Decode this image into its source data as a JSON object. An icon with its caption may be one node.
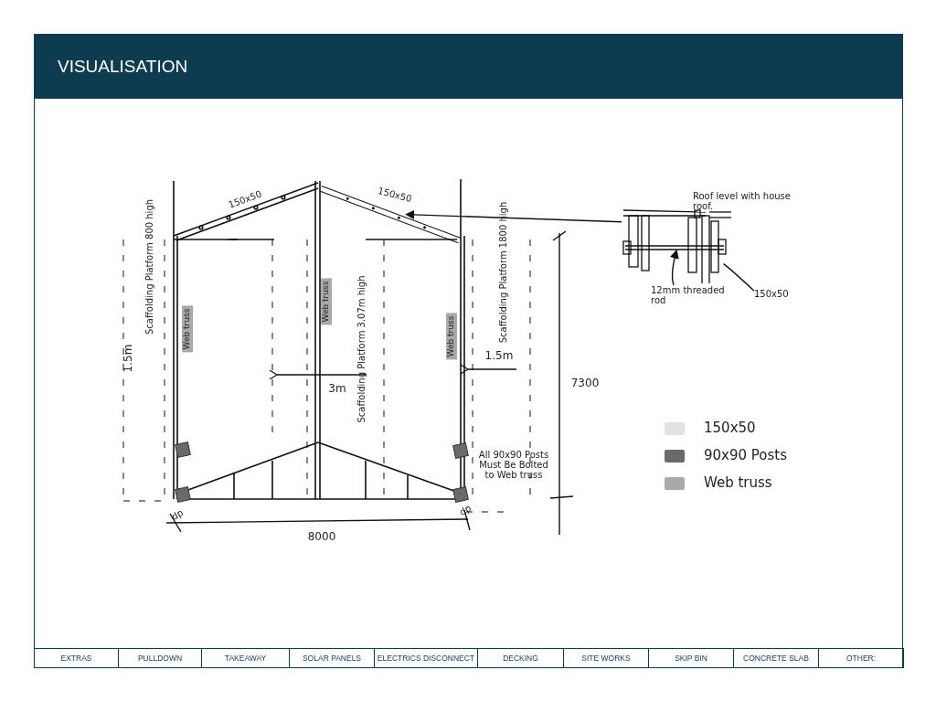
{
  "diagram": {
    "title": "VISUALISATION",
    "nodes": [
      {
        "text": [],
        "shape": "picture"
      },
      {
        "text": [],
        "shape": "bar"
      },
      {
        "text": [
          "12mm threaded rod"
        ]
      },
      {
        "text": [
          "150x50"
        ]
      }
    ],
    "edges": [
      {
        "from": 0,
        "to": 1,
        "arrow": "to"
      },
      {
        "from": 2,
        "to": 0,
        "arrow": "to"
      },
      {
        "from": 3,
        "to": 0,
        "arrow": "none"
      }
    ],
    "labels": [
      "150x50",
      "150x50",
      "Scaffolding Platform 800 high",
      "1.5m",
      "Web truss",
      "Web truss",
      "Scaffolding Platform 3.07m high",
      "3m",
      "Web truss",
      "Scaffolding Platform 1800 high",
      "1.5m",
      "7300",
      "dp",
      "dp",
      "8000",
      "All 90x90 Posts Must Be Bolted to Web truss",
      "Roof level with house roof.",
      "EXTRAS",
      "PULLDOWN",
      "TAKEAWAY",
      "SOLAR PANELS",
      "ELECTRICS DISCONNECT",
      "DECKING",
      "SITE WORKS",
      "SKIP BIN",
      "CONCRETE SLAB",
      "OTHER:"
    ],
    "legend": [
      {
        "text": "150x50",
        "color": "#e2e2e2"
      },
      {
        "text": "90x90 Posts",
        "color": "#6a6a6a"
      },
      {
        "text": "Web truss",
        "color": "#a9a9a9"
      }
    ]
  }
}
